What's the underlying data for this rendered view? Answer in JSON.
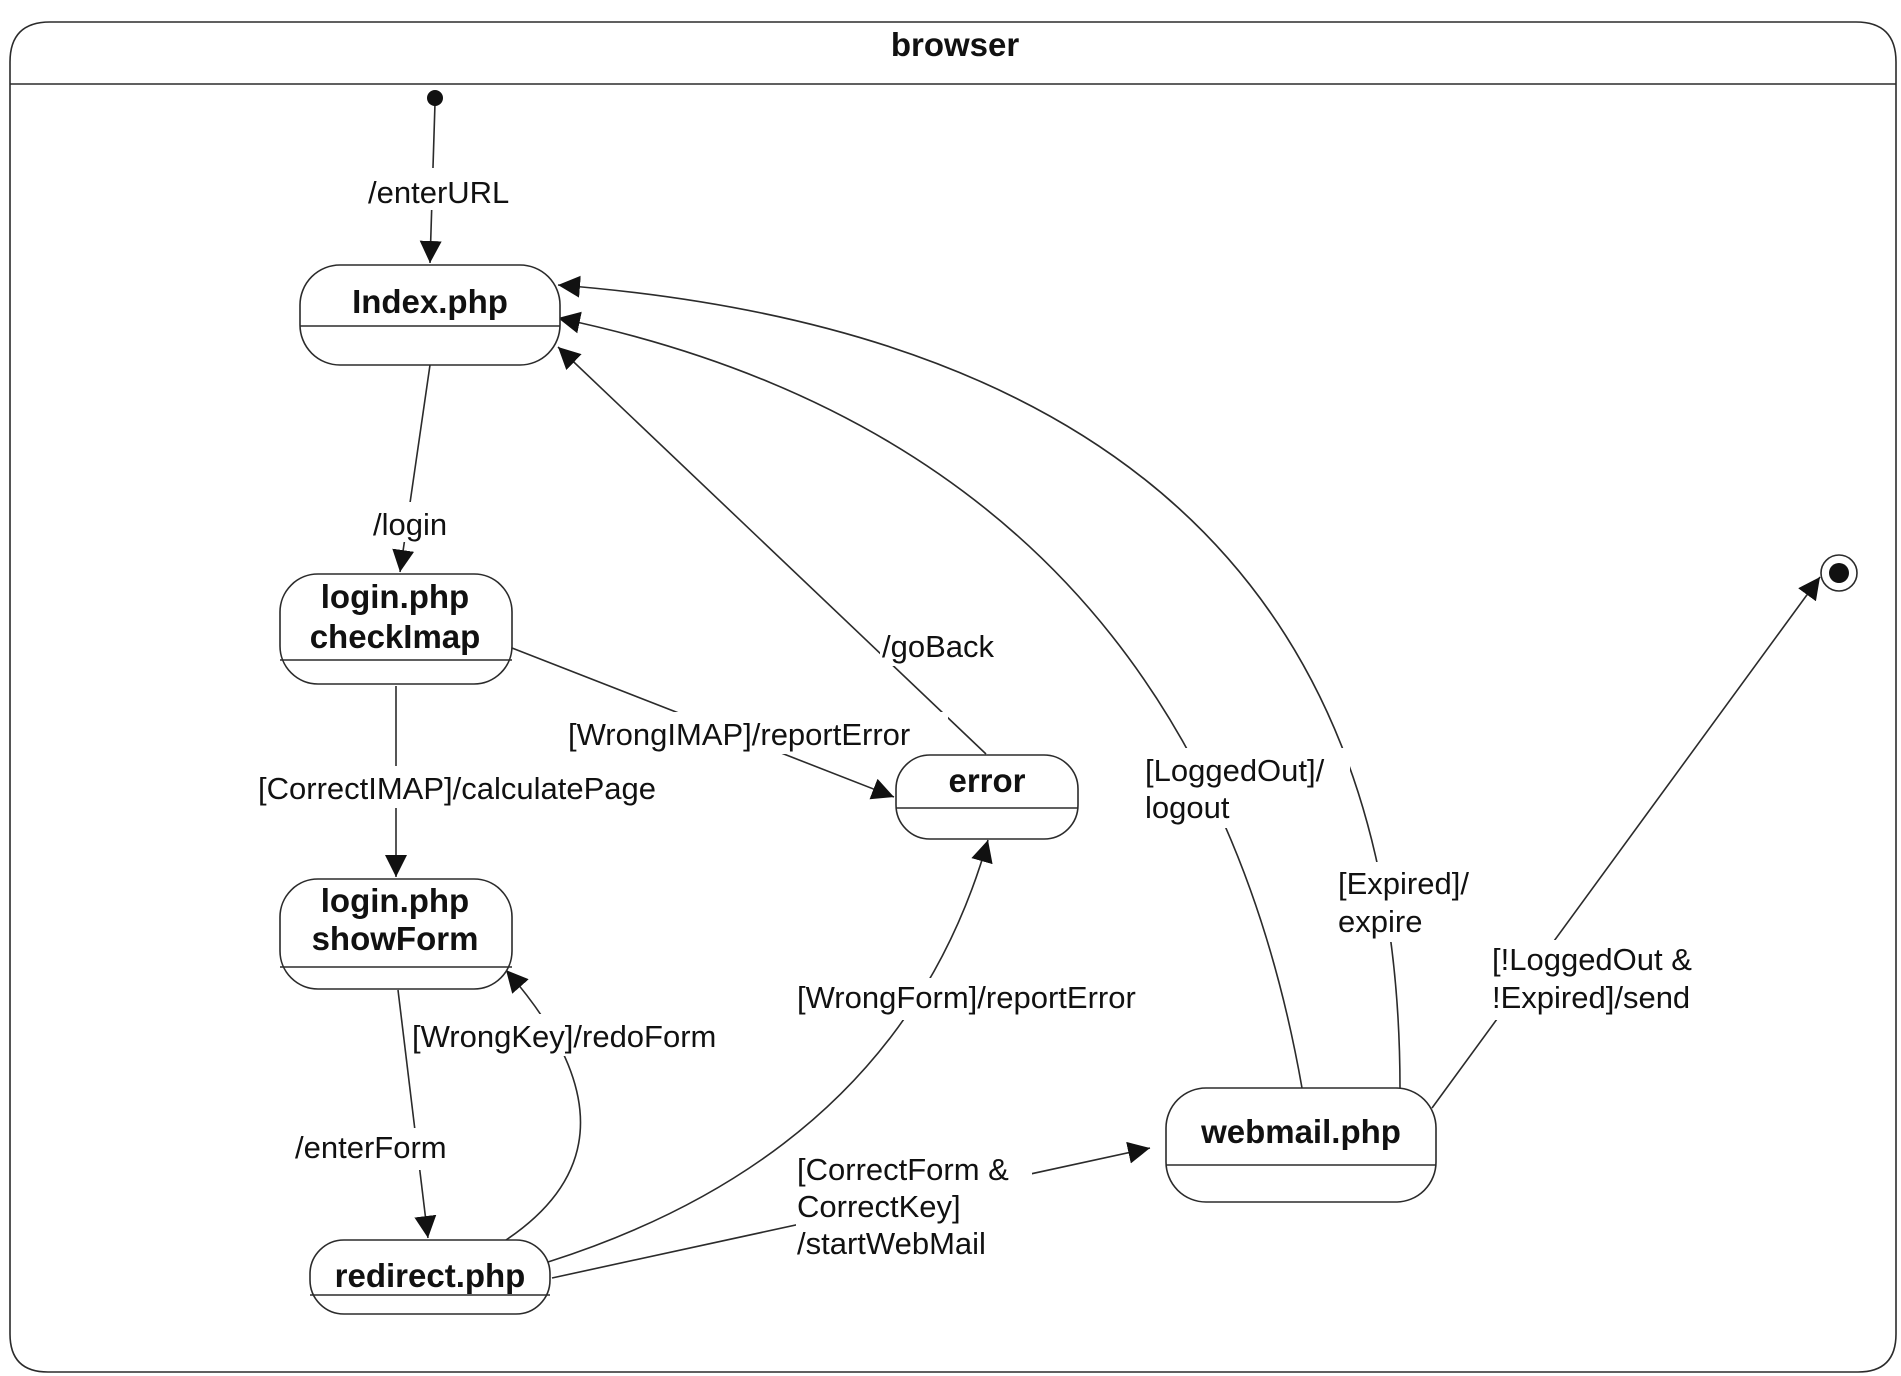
{
  "diagram": {
    "container_title": "browser",
    "states": {
      "index": [
        "Index.php"
      ],
      "login_check": [
        "login.php",
        "checkImap"
      ],
      "login_form": [
        "login.php",
        "showForm"
      ],
      "redirect": [
        "redirect.php"
      ],
      "error": [
        "error"
      ],
      "webmail": [
        "webmail.php"
      ]
    },
    "pseudo_states": {
      "initial": "initial",
      "final": "final"
    },
    "transitions": {
      "enter_url": [
        "/enterURL"
      ],
      "login": [
        "/login"
      ],
      "wrong_imap": [
        "[WrongIMAP]/reportError"
      ],
      "correct_imap": [
        "[CorrectIMAP]/calculatePage"
      ],
      "go_back": [
        "/goBack"
      ],
      "wrong_key": [
        "[WrongKey]/redoForm"
      ],
      "enter_form": [
        "/enterForm"
      ],
      "wrong_form": [
        "[WrongForm]/reportError"
      ],
      "correct_form": [
        "[CorrectForm &",
        "CorrectKey]",
        "/startWebMail"
      ],
      "logged_out": [
        "[LoggedOut]/",
        "logout"
      ],
      "expired": [
        "[Expired]/",
        "expire"
      ],
      "send": [
        "[!LoggedOut &",
        "!Expired]/send"
      ]
    }
  }
}
